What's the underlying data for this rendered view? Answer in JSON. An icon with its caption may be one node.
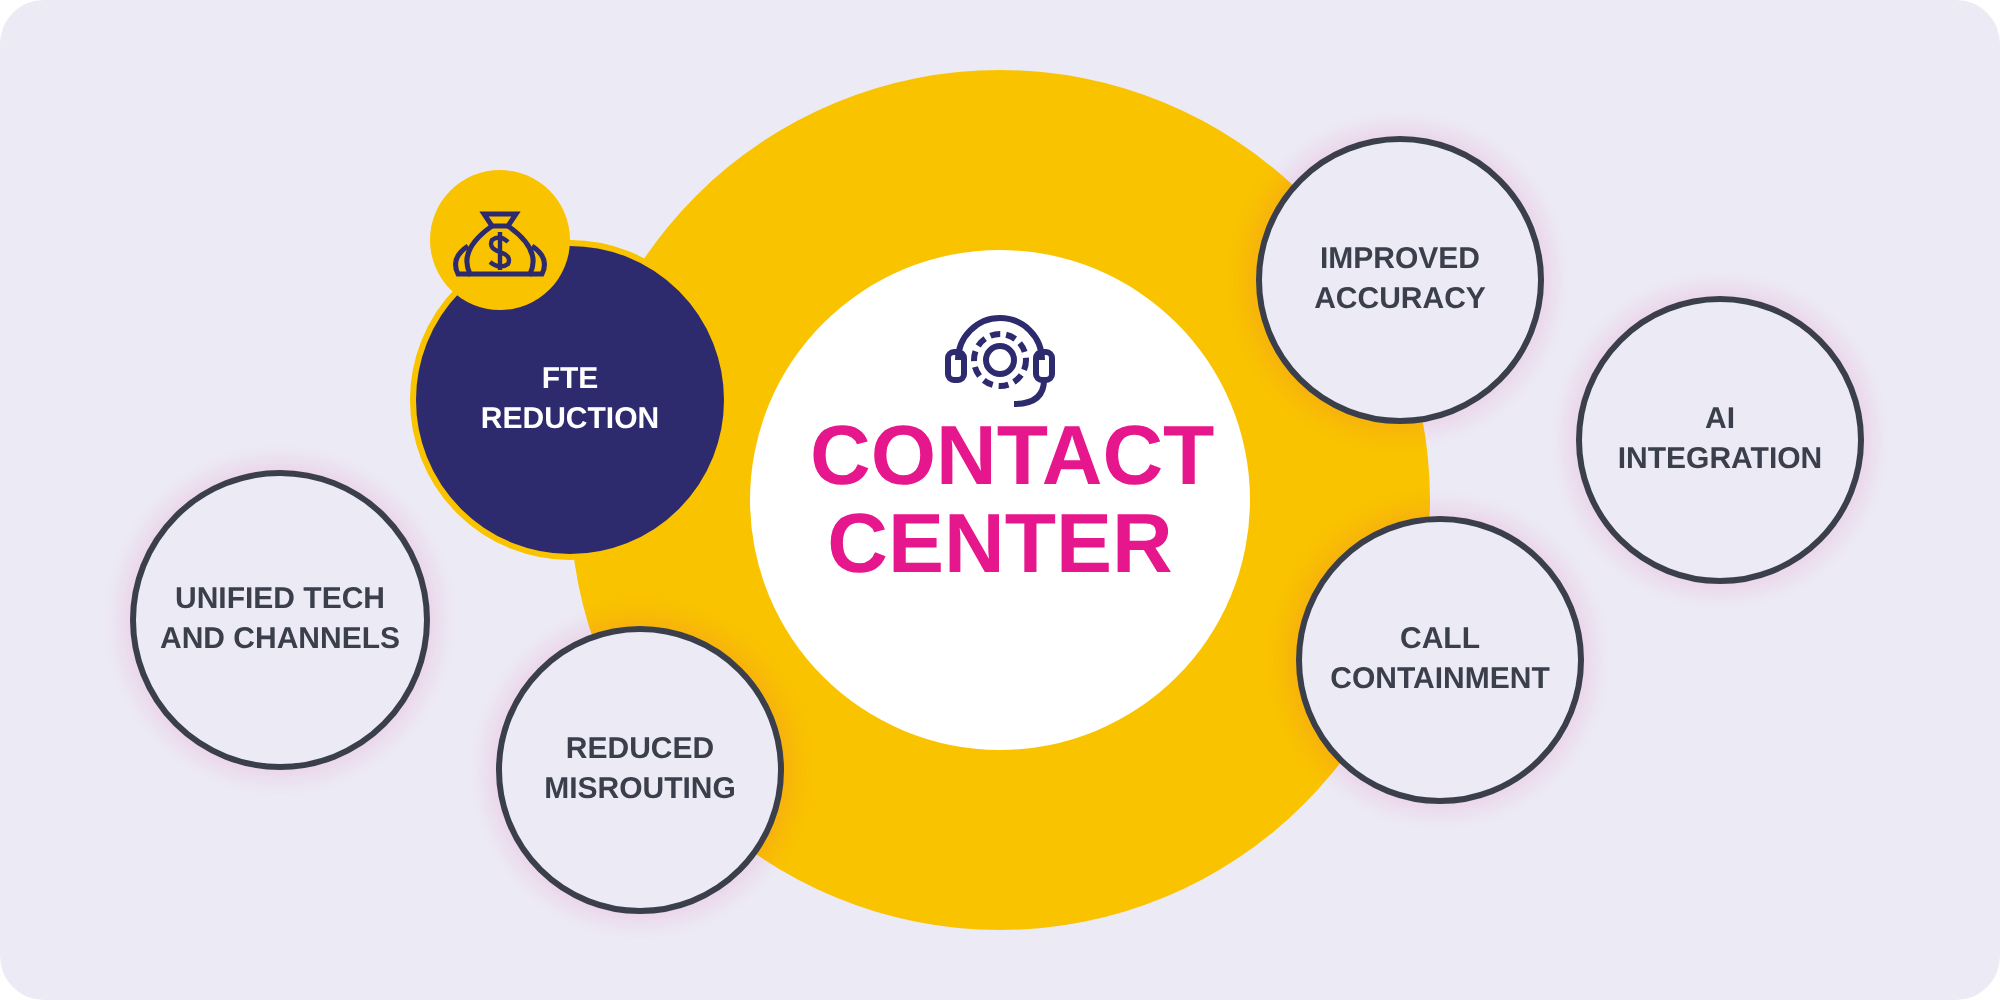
{
  "diagram": {
    "nodes": [
      {
        "text": [
          "CONTACT CENTER"
        ]
      },
      {
        "text": [
          "FTE REDUCTION"
        ]
      },
      {
        "text": [
          "UNIFIED TECH AND CHANNELS"
        ]
      },
      {
        "text": [
          "REDUCED MISROUTING"
        ]
      },
      {
        "text": [
          "IMPROVED ACCURACY"
        ]
      },
      {
        "text": [
          "AI INTEGRATION"
        ]
      },
      {
        "text": [
          "CALL CONTAINMENT"
        ]
      }
    ]
  }
}
